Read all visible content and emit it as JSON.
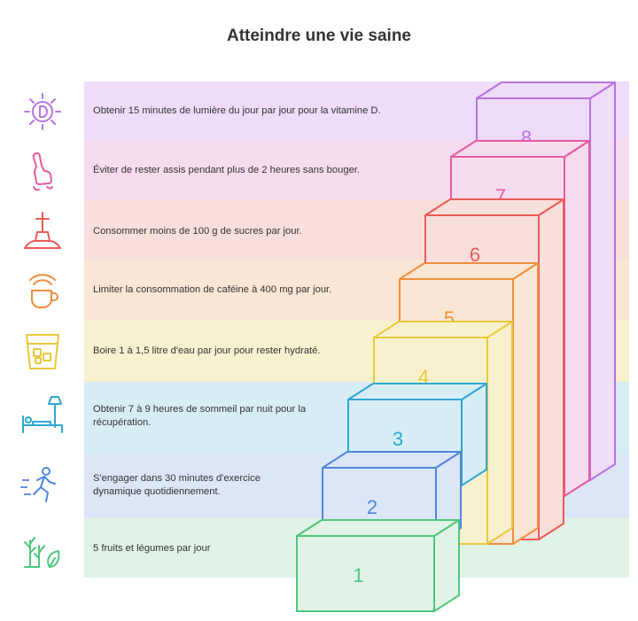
{
  "title": "Atteindre une vie saine",
  "steps": [
    {
      "number": "1",
      "text": "5 fruits et légumes par jour",
      "icon": "plants-leaf-icon",
      "color": "#4ec77e",
      "band": "#e0f3e6"
    },
    {
      "number": "2",
      "text": "S'engager dans 30 minutes d'exercice dynamique quotidiennement.",
      "icon": "running-person-icon",
      "color": "#4f86e0",
      "band": "#dde6f7"
    },
    {
      "number": "3",
      "text": "Obtenir 7 à 9 heures de sommeil par nuit pour la récupération.",
      "icon": "sleeping-bed-lamp-icon",
      "color": "#2ea7d4",
      "band": "#d7edf6"
    },
    {
      "number": "4",
      "text": "Boire 1 à 1,5 litre d'eau par jour pour rester hydraté.",
      "icon": "glass-of-water-icon",
      "color": "#e8c93b",
      "band": "#f8f1cf"
    },
    {
      "number": "5",
      "text": "Limiter la consommation de caféine à 400 mg par jour.",
      "icon": "coffee-cup-wifi-icon",
      "color": "#ef8e3c",
      "band": "#fae6d4"
    },
    {
      "number": "6",
      "text": "Consommer moins de 100 g de sucres par jour.",
      "icon": "grave-cross-icon",
      "color": "#ec5c55",
      "band": "#f9dfdc"
    },
    {
      "number": "7",
      "text": "Éviter de rester assis pendant plus de 2 heures sans bouger.",
      "icon": "sitting-posture-icon",
      "color": "#e55ba3",
      "band": "#f7dced"
    },
    {
      "number": "8",
      "text": "Obtenir 15 minutes de lumière du jour par jour pour la vitamine D.",
      "icon": "sun-vitamin-d-icon",
      "color": "#b773e3",
      "band": "#eedcf8"
    }
  ]
}
